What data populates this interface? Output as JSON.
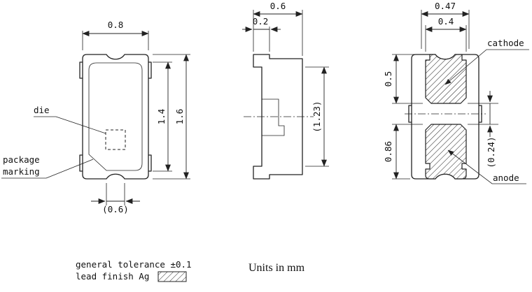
{
  "drawing": {
    "views": {
      "top_view": {
        "dims": {
          "width": "0.8",
          "body_height": "1.4",
          "total_height": "1.6",
          "notch_width": "(0.6)"
        },
        "labels": {
          "die": "die",
          "package_marking_line1": "package",
          "package_marking_line2": "marking"
        }
      },
      "side_view": {
        "dims": {
          "depth": "0.6",
          "lead_thickness": "0.2",
          "height": "(1.23)"
        }
      },
      "bottom_view": {
        "dims": {
          "pad_span": "0.47",
          "pad_width": "0.4",
          "cathode_length": "0.5",
          "anode_length": "0.86",
          "gap": "(0.24)"
        },
        "labels": {
          "cathode": "cathode",
          "anode": "anode"
        }
      }
    },
    "footer": {
      "tolerance": "general tolerance ±0.1",
      "lead_finish": "lead finish Ag",
      "units": "Units in mm"
    }
  }
}
